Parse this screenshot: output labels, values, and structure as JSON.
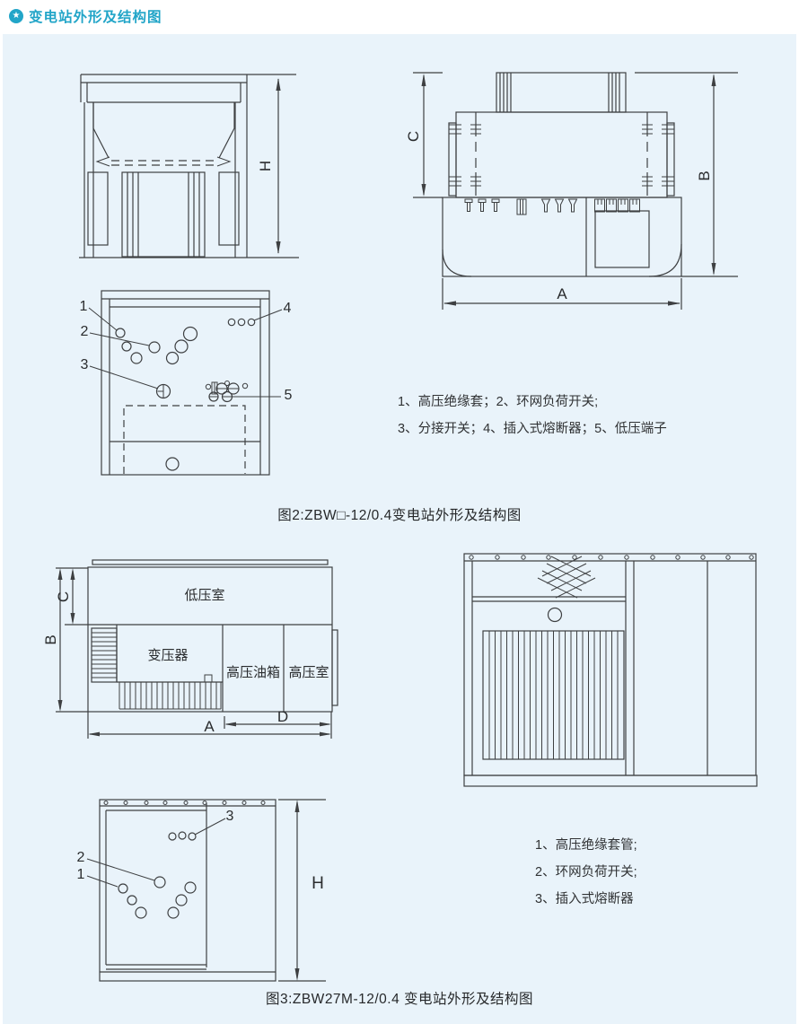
{
  "header": {
    "title": "变电站外形及结构图",
    "icon": "star-circle-icon"
  },
  "colors": {
    "accent": "#22a5c8",
    "panel_bg": "#e9f3fa",
    "line": "#3e4042",
    "text": "#2a2c2e"
  },
  "figure2": {
    "front_view": {
      "dim_height": "H"
    },
    "side_view": {
      "dim_top": "C",
      "dim_height": "B",
      "dim_width": "A"
    },
    "plan_view": {
      "callouts": [
        "1",
        "2",
        "3",
        "4",
        "5"
      ]
    },
    "notes": {
      "line1": "1、高压绝缘套；2、环网负荷开关;",
      "line2": "3、分接开关；4、插入式熔断器；5、低压端子"
    },
    "caption": "图2:ZBW□-12/0.4变电站外形及结构图"
  },
  "figure3": {
    "plan_view": {
      "rooms": {
        "low_voltage_room": "低压室",
        "transformer": "变压器",
        "hv_oil_tank": "高压油箱",
        "hv_room": "高压室"
      },
      "dims": {
        "c": "C",
        "b": "B",
        "a": "A",
        "d": "D"
      }
    },
    "bottom_plan": {
      "callouts": [
        "1",
        "2",
        "3"
      ],
      "dim_height": "H"
    },
    "notes": {
      "line1": "1、高压绝缘套管;",
      "line2": "2、环网负荷开关;",
      "line3": "3、插入式熔断器"
    },
    "caption": "图3:ZBW27M-12/0.4 变电站外形及结构图"
  }
}
